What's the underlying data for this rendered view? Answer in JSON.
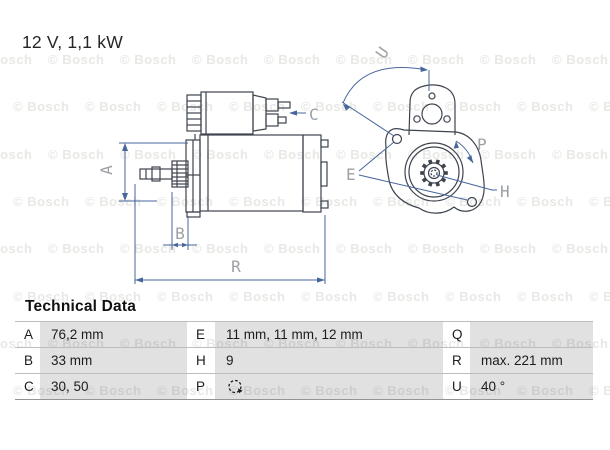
{
  "header": {
    "spec": "12 V, 1,1 kW"
  },
  "watermark": {
    "text": "© Bosch"
  },
  "diagram": {
    "labels": {
      "A": "A",
      "B": "B",
      "C": "C",
      "R": "R",
      "E": "E",
      "H": "H",
      "P": "P",
      "U": "U"
    }
  },
  "table": {
    "title": "Technical Data",
    "rows": [
      {
        "cells": [
          {
            "key": "A",
            "value": "76,2 mm"
          },
          {
            "key": "E",
            "value": "11 mm, 11 mm, 12 mm"
          },
          {
            "key": "Q",
            "value": ""
          }
        ]
      },
      {
        "cells": [
          {
            "key": "B",
            "value": "33 mm"
          },
          {
            "key": "H",
            "value": "9"
          },
          {
            "key": "R",
            "value": "max. 221 mm"
          }
        ]
      },
      {
        "cells": [
          {
            "key": "C",
            "value": "30, 50"
          },
          {
            "key": "P",
            "value": "",
            "icon": "rotation-clockwise-icon"
          },
          {
            "key": "U",
            "value": "40 °"
          }
        ]
      }
    ]
  },
  "colors": {
    "dimension_blue": "#47679c",
    "drawing_dark": "#3e444e",
    "label_gray": "#9da0a4",
    "watermark_gray": "#e8e8e5",
    "table_value_bg": "#dcdcdc"
  }
}
